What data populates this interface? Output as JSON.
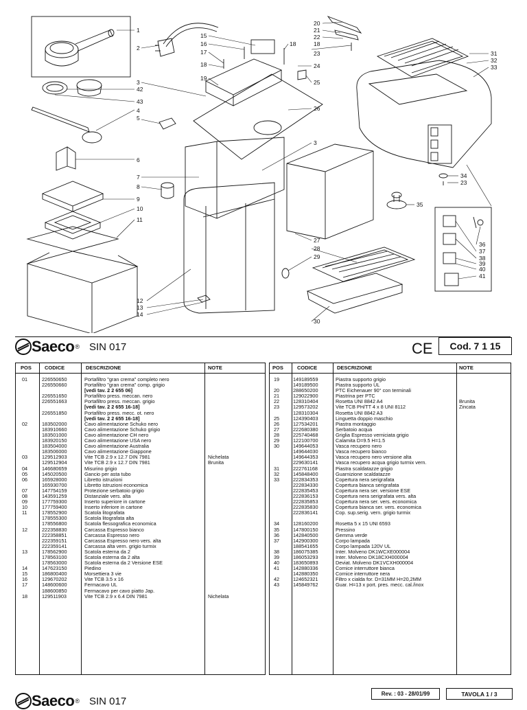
{
  "diagram": {
    "part_numbers": [
      "1",
      "2",
      "3",
      "42",
      "43",
      "4",
      "5",
      "6",
      "7",
      "8",
      "9",
      "10",
      "11",
      "12",
      "13",
      "14",
      "15",
      "16",
      "17",
      "18",
      "19",
      "18",
      "20",
      "21",
      "22",
      "18",
      "23",
      "24",
      "25",
      "26",
      "3",
      "27",
      "28",
      "29",
      "30",
      "31",
      "32",
      "33",
      "34",
      "23",
      "35",
      "36",
      "37",
      "38",
      "39",
      "40",
      "41"
    ]
  },
  "header": {
    "brand": "Saeco",
    "reg_mark": "®",
    "model": "SIN 017",
    "ce_mark": "CE",
    "code": "Cod. 7  1  15"
  },
  "table": {
    "columns": [
      "POS",
      "CODICE",
      "DESCRIZIONE",
      "NOTE"
    ],
    "left_rows": [
      {
        "pos": "01",
        "code": "226550650",
        "desc": "Portafiltro \"gran crema\" completo nero",
        "note": ""
      },
      {
        "pos": "",
        "code": "226550660",
        "desc": "Portafiltro \"gran crema\" comp.  grigio",
        "note": ""
      },
      {
        "pos": "",
        "code": "",
        "desc": "[vedi tav.  2 2 655 06]",
        "note": "",
        "bold": true
      },
      {
        "pos": "",
        "code": "226551650",
        "desc": "Portafiltro press. meccan. nero",
        "note": ""
      },
      {
        "pos": "",
        "code": "226551663",
        "desc": "Portafiltro press. meccan. grigio",
        "note": ""
      },
      {
        "pos": "",
        "code": "",
        "desc": "[vedi tav.  2 2 655 16-18]",
        "note": "",
        "bold": true
      },
      {
        "pos": "",
        "code": "226551850",
        "desc": "Portafiltro press. mecc. ot. nero",
        "note": ""
      },
      {
        "pos": "",
        "code": "",
        "desc": "[vedi tav.  2 2 655 16-18]",
        "note": "",
        "bold": true
      },
      {
        "pos": "02",
        "code": "183502000",
        "desc": "Cavo alimentazione Schuko nero",
        "note": ""
      },
      {
        "pos": "",
        "code": "183910660",
        "desc": "Cavo alimentazione Schuko grigio",
        "note": ""
      },
      {
        "pos": "",
        "code": "183501000",
        "desc": "Cavo alimentazione CH nero",
        "note": ""
      },
      {
        "pos": "",
        "code": "183920150",
        "desc": "Cavo alimentazione USA nero",
        "note": ""
      },
      {
        "pos": "",
        "code": "183504000",
        "desc": "Cavo alimentazione Australia",
        "note": ""
      },
      {
        "pos": "",
        "code": "183506000",
        "desc": "Cavo alimentazione Giappone",
        "note": ""
      },
      {
        "pos": "03",
        "code": "129512903",
        "desc": "Vite TCB 2.9 x 12.7 DIN 7981",
        "note": "Nichelata"
      },
      {
        "pos": "",
        "code": "129512904",
        "desc": "Vite TCB 2.9 x 12.7 DIN 7981",
        "note": "Brunita"
      },
      {
        "pos": "04",
        "code": "146680659",
        "desc": "Misurino grigio",
        "note": ""
      },
      {
        "pos": "05",
        "code": "145020500",
        "desc": "Gancio per asta tubo",
        "note": ""
      },
      {
        "pos": "06",
        "code": "165928000",
        "desc": "Libretto istruzioni",
        "note": ""
      },
      {
        "pos": "",
        "code": "165930700",
        "desc": "Libretto istruzioni economica",
        "note": ""
      },
      {
        "pos": "07",
        "code": "147754159",
        "desc": "Protezione serbatoio grigio",
        "note": ""
      },
      {
        "pos": "08",
        "code": "143591259",
        "desc": "Distanziale vers. alta",
        "note": ""
      },
      {
        "pos": "09",
        "code": "177759300",
        "desc": "Inserto superiore in cartone",
        "note": ""
      },
      {
        "pos": "10",
        "code": "177759400",
        "desc": "Inserto inferiore in cartone",
        "note": ""
      },
      {
        "pos": "11",
        "code": "178552900",
        "desc": "Scatola litografata",
        "note": ""
      },
      {
        "pos": "",
        "code": "178555300",
        "desc": "Scatola litografata alta",
        "note": ""
      },
      {
        "pos": "",
        "code": "178556800",
        "desc": "Scatola flessografica economica",
        "note": ""
      },
      {
        "pos": "12",
        "code": "222358830",
        "desc": "Carcassa Espresso bianco",
        "note": ""
      },
      {
        "pos": "",
        "code": "222358851",
        "desc": "Carcassa Espresso nero",
        "note": ""
      },
      {
        "pos": "",
        "code": "222359151",
        "desc": "Carcassa Espresso nero vers. alta",
        "note": ""
      },
      {
        "pos": "",
        "code": "222359141",
        "desc": "Carcassa alta vern. grigio turmix",
        "note": ""
      },
      {
        "pos": "13",
        "code": "178562900",
        "desc": "Scatola esterna da 2",
        "note": ""
      },
      {
        "pos": "",
        "code": "178563100",
        "desc": "Scatola esterna da 2 alta",
        "note": ""
      },
      {
        "pos": "",
        "code": "178563000",
        "desc": "Scatola esterna da 2 Versione  ESE",
        "note": ""
      },
      {
        "pos": "14",
        "code": "147623150",
        "desc": "Piedino",
        "note": ""
      },
      {
        "pos": "15",
        "code": "186800400",
        "desc": "Morsettiera 3 vie",
        "note": ""
      },
      {
        "pos": "16",
        "code": "129670202",
        "desc": "Vite TCB 3.5 x 16",
        "note": ""
      },
      {
        "pos": "17",
        "code": "148600600",
        "desc": "Fermacavo UL",
        "note": ""
      },
      {
        "pos": "",
        "code": "188600850",
        "desc": "Fermacavo per cavo piatto Jap.",
        "note": ""
      },
      {
        "pos": "18",
        "code": "129511903",
        "desc": "Vite TCB 2.9 x 6.4  DIN 7981",
        "note": "Nichelata"
      }
    ],
    "right_rows": [
      {
        "pos": "19",
        "code": "149189559",
        "desc": "Piastra supporto grigio",
        "note": ""
      },
      {
        "pos": "",
        "code": "149189500",
        "desc": "Piastra supporto UL",
        "note": ""
      },
      {
        "pos": "20",
        "code": "288650200",
        "desc": "PTC Eichenauer 90° con terminali",
        "note": ""
      },
      {
        "pos": "21",
        "code": "129022900",
        "desc": "Piastrina per PTC",
        "note": ""
      },
      {
        "pos": "22",
        "code": "128310404",
        "desc": "Rosetta UNI 8842 A4",
        "note": "Brunita"
      },
      {
        "pos": "23",
        "code": "129573202",
        "desc": "Vite TCB PH/TT 4 x 8  UNI 8112",
        "note": "Zincata"
      },
      {
        "pos": "",
        "code": "128310304",
        "desc": "Rosetta UNI 8842 A3",
        "note": ""
      },
      {
        "pos": "25",
        "code": "124390403",
        "desc": "Linguetta doppio maschio",
        "note": ""
      },
      {
        "pos": "26",
        "code": "127534201",
        "desc": "Piastra montaggio",
        "note": ""
      },
      {
        "pos": "27",
        "code": "222680380",
        "desc": "Serbatoio acqua",
        "note": ""
      },
      {
        "pos": "28",
        "code": "225740468",
        "desc": "Griglia Espresso verniciata grigio",
        "note": ""
      },
      {
        "pos": "29",
        "code": "122100700",
        "desc": "Calamita D=9.5 H=1.5",
        "note": ""
      },
      {
        "pos": "30",
        "code": "149644053",
        "desc": "Vasca recupero  nero",
        "note": ""
      },
      {
        "pos": "",
        "code": "149644030",
        "desc": "Vasca recupero  bianco",
        "note": ""
      },
      {
        "pos": "",
        "code": "149644353",
        "desc": "Vasca recupero nero versione alta",
        "note": ""
      },
      {
        "pos": "",
        "code": "229630141",
        "desc": "Vasca recupero acqua grigio turmix vern.",
        "note": ""
      },
      {
        "pos": "31",
        "code": "222761168",
        "desc": "Piastra scaldatazze grigio",
        "note": ""
      },
      {
        "pos": "32",
        "code": "145848400",
        "desc": "Guarnizione scaldatazze",
        "note": ""
      },
      {
        "pos": "33",
        "code": "222834353",
        "desc": "Copertura nera serigrafata",
        "note": ""
      },
      {
        "pos": "",
        "code": "222834330",
        "desc": "Copertura bianca serigrafata",
        "note": ""
      },
      {
        "pos": "",
        "code": "222835453",
        "desc": "Copertura nera ser. versione  ESE",
        "note": ""
      },
      {
        "pos": "",
        "code": "222836153",
        "desc": "Copertura nera serigrafata vers. alta",
        "note": ""
      },
      {
        "pos": "",
        "code": "222835853",
        "desc": "Copertura nera ser. vers. economica",
        "note": ""
      },
      {
        "pos": "",
        "code": "222835830",
        "desc": "Copertura bianca ser. vers. economica",
        "note": ""
      },
      {
        "pos": "",
        "code": "222836141",
        "desc": "Cop. sup.serig. vern. grigio turmix",
        "note": ""
      },
      {
        "pos": "",
        "code": "",
        "desc": "",
        "note": ""
      },
      {
        "pos": "34",
        "code": "128160200",
        "desc": "Rosetta 5 x 15 UNI 6593",
        "note": ""
      },
      {
        "pos": "35",
        "code": "147800150",
        "desc": "Pressino",
        "note": ""
      },
      {
        "pos": "36",
        "code": "142840500",
        "desc": "Gemma verde",
        "note": ""
      },
      {
        "pos": "37",
        "code": "142900300",
        "desc": "Corpo lampada",
        "note": ""
      },
      {
        "pos": "",
        "code": "188541655",
        "desc": "Corpo lampada 120V  UL",
        "note": ""
      },
      {
        "pos": "38",
        "code": "186075385",
        "desc": "Inter. Molveno DK1WCXE000004",
        "note": ""
      },
      {
        "pos": "39",
        "code": "186053293",
        "desc": "Inter. Molveno DK18CXH000004",
        "note": ""
      },
      {
        "pos": "40",
        "code": "183650893",
        "desc": "Deviat. Molveno DK1VCXH000004",
        "note": ""
      },
      {
        "pos": "41",
        "code": "142880336",
        "desc": "Cornice interruttore bianca",
        "note": ""
      },
      {
        "pos": "",
        "code": "142880350",
        "desc": "Cornice interruttore nera",
        "note": ""
      },
      {
        "pos": "42",
        "code": "124652321",
        "desc": "Filtro x cialda for. D=31MM H=20,2MM",
        "note": ""
      },
      {
        "pos": "43",
        "code": "145849762",
        "desc": "Guar. H=13 x port. pres. mecc. cal./inox",
        "note": ""
      }
    ]
  },
  "footer": {
    "brand": "Saeco",
    "reg_mark": "®",
    "model": "SIN 017",
    "revision": "Rev. : 03 - 28/01/99",
    "tavola": "TAVOLA   1 / 3"
  }
}
